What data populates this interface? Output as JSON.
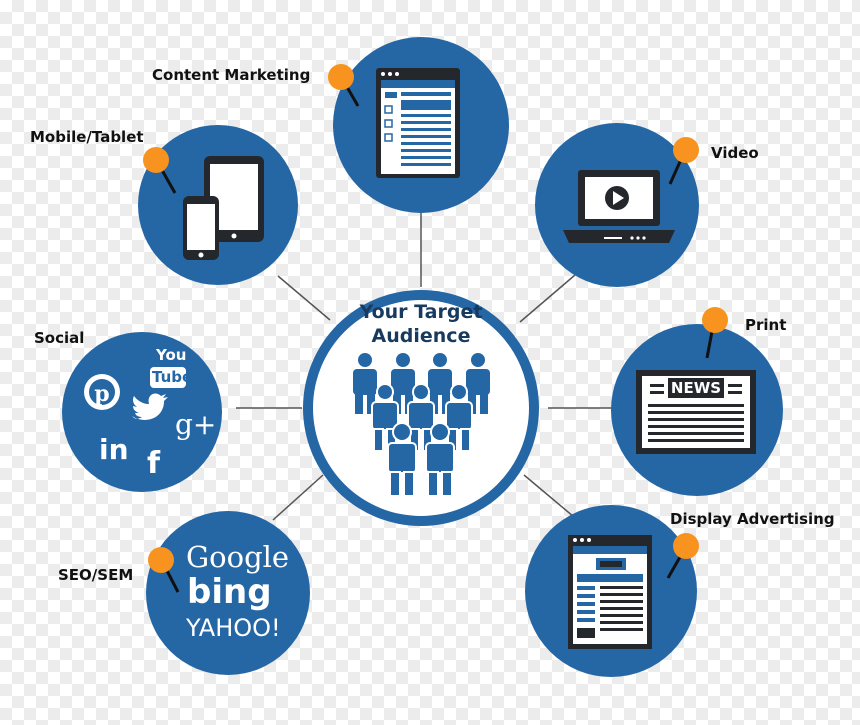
{
  "center": {
    "title_line1": "Your Target",
    "title_line2": "Audience",
    "icon": "people-group-icon"
  },
  "channels": {
    "content_marketing": {
      "label": "Content Marketing",
      "icon": "webpage-icon"
    },
    "mobile_tablet": {
      "label": "Mobile/Tablet",
      "icon": "devices-icon"
    },
    "video": {
      "label": "Video",
      "icon": "laptop-play-icon"
    },
    "social": {
      "label": "Social",
      "icon": "social-logos-icon",
      "logos": {
        "youtube_top": "You",
        "youtube_bottom": "Tube",
        "linkedin": "in",
        "facebook": "f",
        "google_plus": "g+"
      }
    },
    "print": {
      "label": "Print",
      "icon": "newspaper-icon",
      "banner": "NEWS"
    },
    "seo_sem": {
      "label": "SEO/SEM",
      "icon": "search-engines-icon",
      "brands": {
        "google": "Google",
        "bing": "bing",
        "yahoo": "YAHOO!"
      }
    },
    "display_advertising": {
      "label": "Display Advertising",
      "icon": "ad-webpage-icon"
    }
  },
  "colors": {
    "circle_blue": "#2566a5",
    "ring_blue": "#2566a5",
    "pin_orange": "#f7931e",
    "dark_device": "#24272c",
    "connector": "#555555"
  }
}
